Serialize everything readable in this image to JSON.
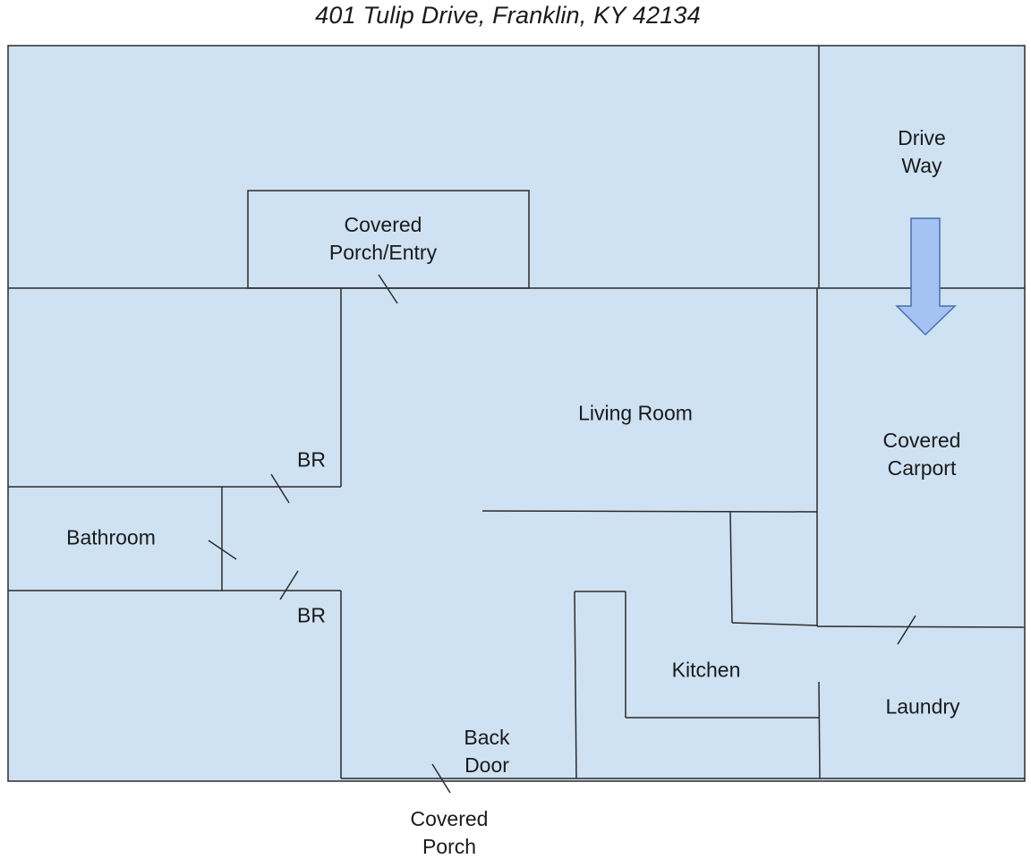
{
  "title": "401 Tulip Drive, Franklin, KY 42134",
  "colors": {
    "room_fill": "#cfe2f3",
    "wall": "#2b2b2b",
    "arrow_fill": "#a4c2f4",
    "arrow_stroke": "#4a6ea8"
  },
  "labels": {
    "drive_way": "Drive\nWay",
    "covered_porch_entry": "Covered\nPorch/Entry",
    "living_room": "Living Room",
    "covered_carport": "Covered\nCarport",
    "br_upper": "BR",
    "bathroom": "Bathroom",
    "br_lower": "BR",
    "kitchen": "Kitchen",
    "laundry": "Laundry",
    "back_door": "Back\nDoor",
    "covered_porch": "Covered\nPorch"
  },
  "icons": {
    "driveway_arrow": "arrow-down-icon"
  }
}
